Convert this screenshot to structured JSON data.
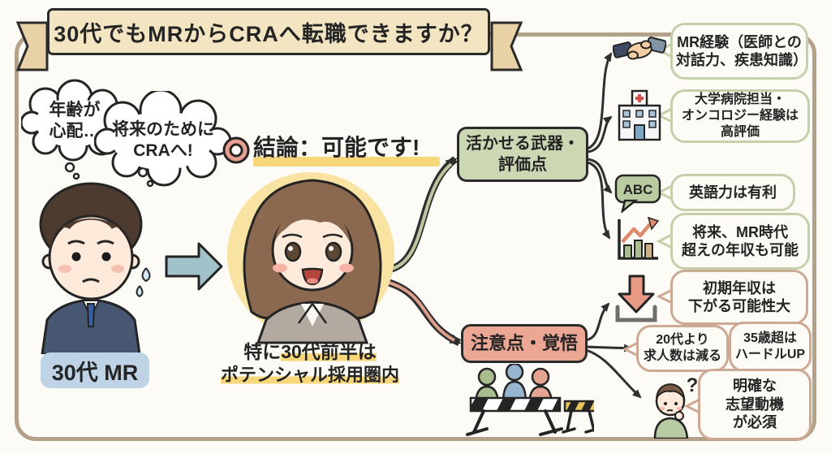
{
  "title": {
    "text": "30代でもMRからCRAへ転職できますか？"
  },
  "left": {
    "thought_bubble_1": "年齢が\n心配…",
    "thought_bubble_2": "将来のために\nCRAへ!",
    "person_label": "30代 MR"
  },
  "center": {
    "conclusion_text": "結論：可能です!",
    "note_prefix": "特に",
    "note_highlight": "30代前半は",
    "note_line2": "ポテンシャル採用圏内"
  },
  "strengths": {
    "heading": "活かせる武器・\n評価点",
    "items": [
      {
        "icon": "handshake-icon",
        "text": "MR経験（医師との\n対話力、疾患知識）"
      },
      {
        "icon": "hospital-icon",
        "text": "大学病院担当・\nオンコロジー経験は\n高評価"
      },
      {
        "icon": "abc-speech-icon",
        "text": "英語力は有利"
      },
      {
        "icon": "growth-chart-icon",
        "text": "将来、MR時代\n超えの年収も可能"
      }
    ]
  },
  "cautions": {
    "heading": "注意点・覚悟",
    "items": [
      {
        "icon": "salary-down-icon",
        "text": "初期年収は\n下がる可能性大"
      },
      {
        "icon": "crowd-barrier-icon",
        "text": "20代より\n求人数は減る"
      },
      {
        "icon": "crowd-barrier-icon",
        "text": "35歳超は\nハードルUP"
      },
      {
        "icon": "thinking-person-icon",
        "text": "明確な\n志望動機\nが必須"
      }
    ]
  },
  "icons": {
    "abc_label": "ABC",
    "question_mark": "?",
    "list": [
      "handshake-icon",
      "hospital-icon",
      "abc-speech-icon",
      "growth-chart-icon",
      "salary-down-icon",
      "crowd-barrier-icon",
      "thinking-person-icon",
      "right-arrow-icon",
      "conclusion-double-circle-icon"
    ]
  },
  "colors": {
    "frame_tan": "#b3a189",
    "banner_cream": "#f3e5c2",
    "banner_tail": "#e8d2a6",
    "strengths_green": "#ccd7b3",
    "cautions_salmon": "#eba793",
    "bubble_green_border": "#c5d0ab",
    "bubble_tan_border": "#cda995",
    "highlight_yellow": "#f8d67a",
    "badge_blue": "#bed4e6",
    "yellow_circle": "#f8e3a3",
    "arrow_blue": "#a2c2ca"
  }
}
